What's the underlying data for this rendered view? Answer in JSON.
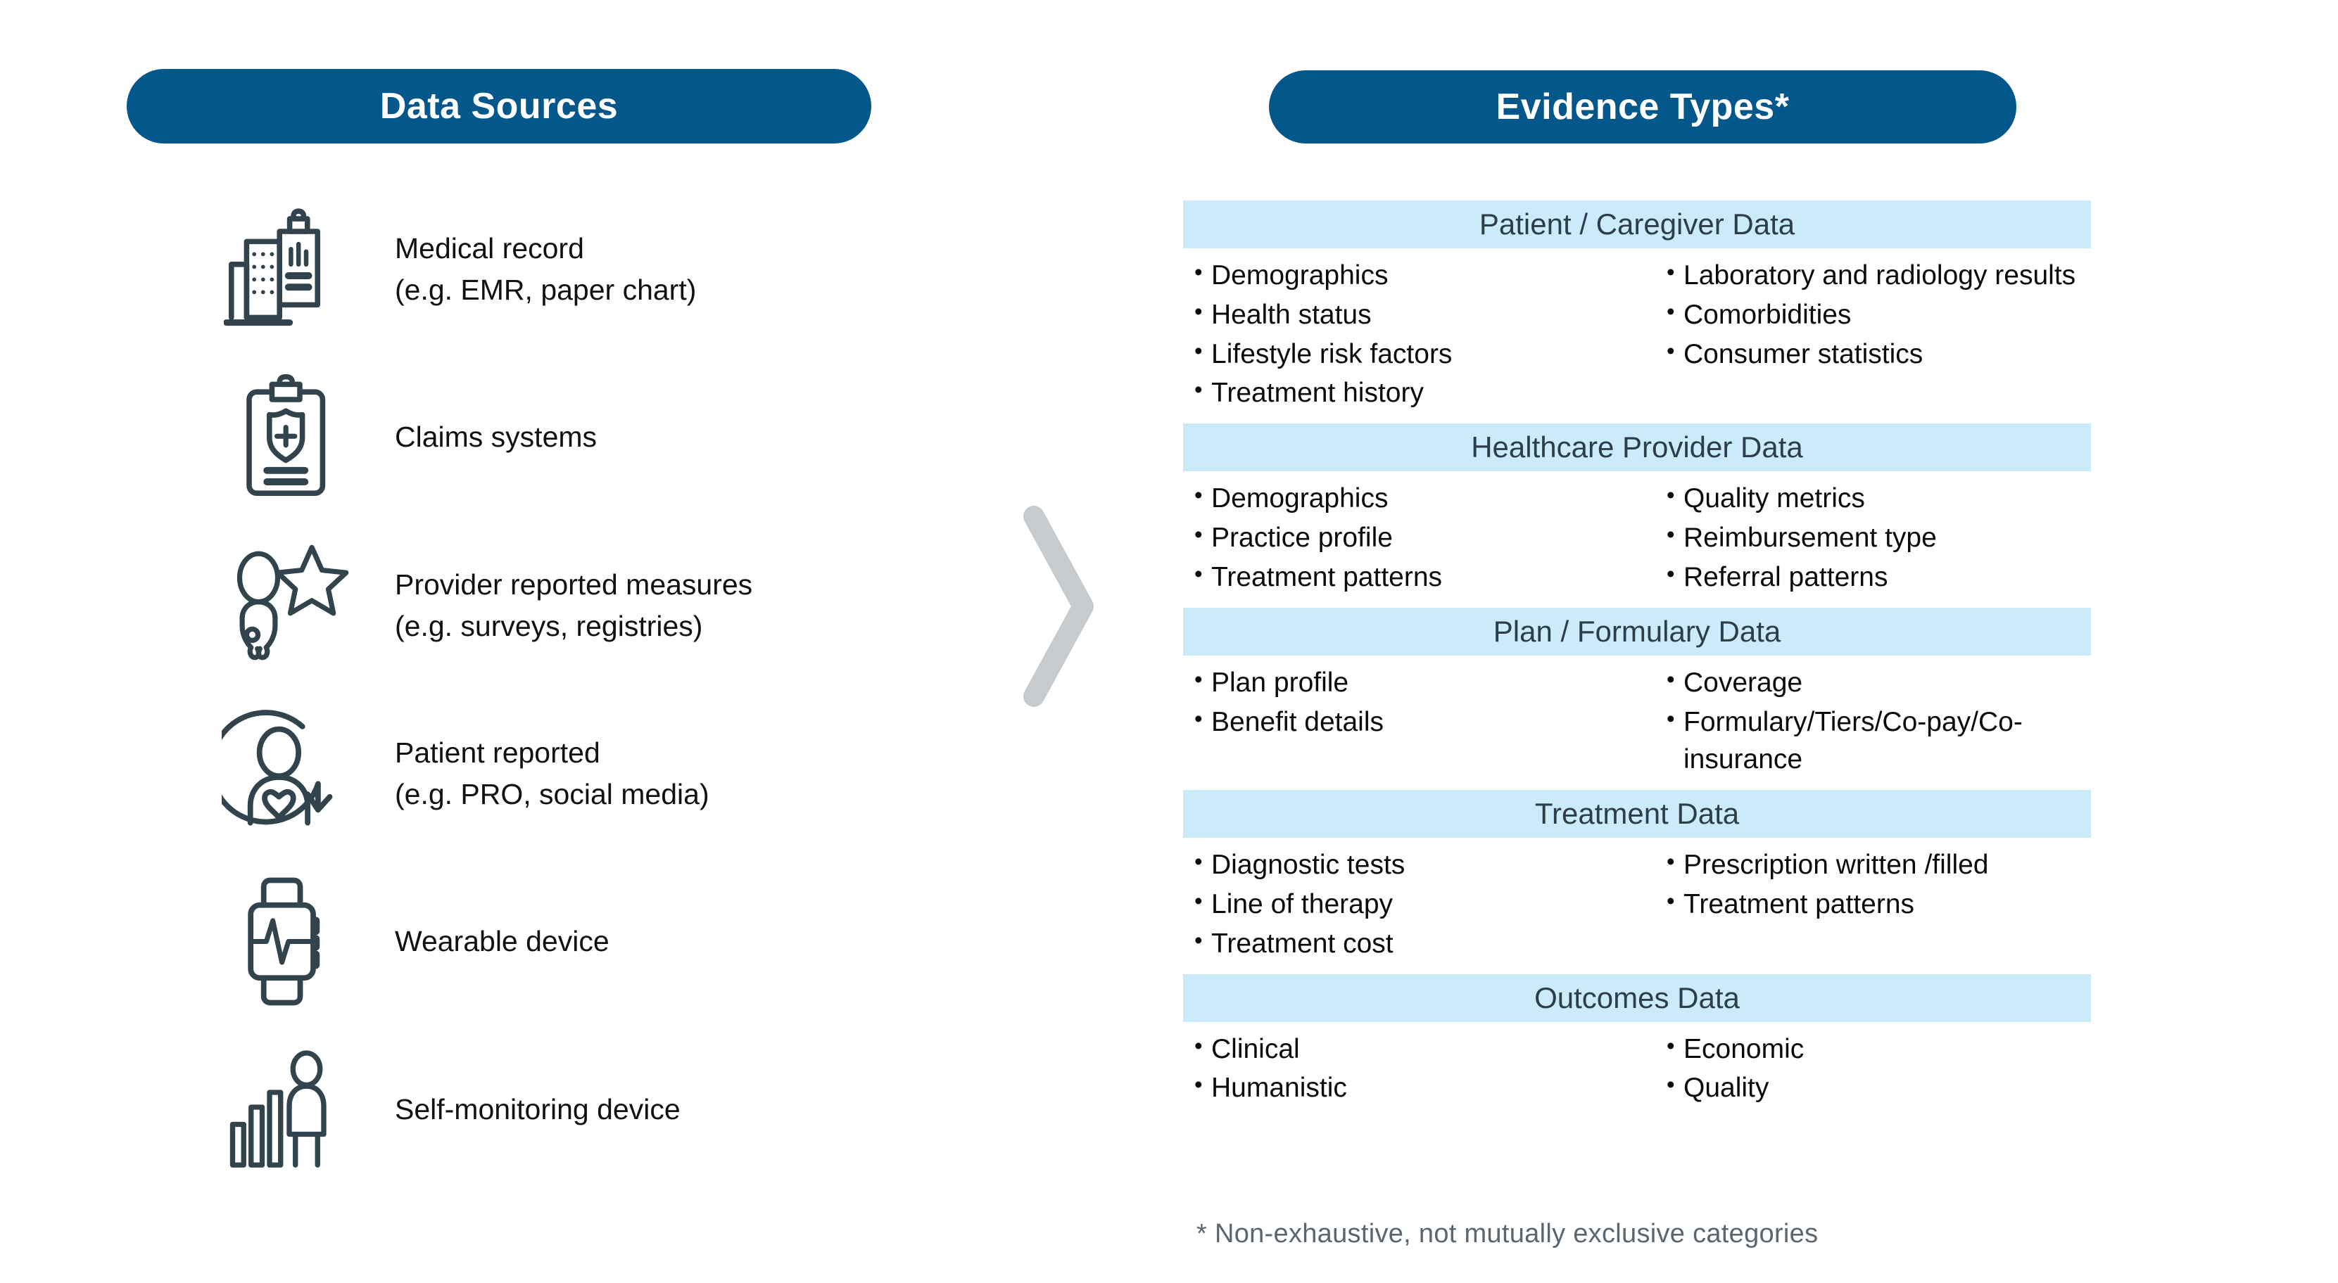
{
  "headers": {
    "left": "Data Sources",
    "right": "Evidence Types*"
  },
  "colors": {
    "pill_blue": "#03578a",
    "section_bar_blue": "#cbeafa",
    "section_title_text": "#2c3e48",
    "icon_stroke": "#31434d",
    "chevron_gray": "#c7cbcd",
    "footnote_gray": "#5a6670"
  },
  "data_sources": [
    {
      "icon": "hospital-medical-record-icon",
      "label": "Medical record\n(e.g. EMR, paper chart)"
    },
    {
      "icon": "clipboard-shield-claims-icon",
      "label": "Claims systems"
    },
    {
      "icon": "doctor-star-rating-icon",
      "label": "Provider reported measures\n(e.g. surveys, registries)"
    },
    {
      "icon": "patient-heart-feedback-icon",
      "label": "Patient reported\n(e.g. PRO, social media)"
    },
    {
      "icon": "smartwatch-heartbeat-icon",
      "label": "Wearable device"
    },
    {
      "icon": "person-bar-chart-icon",
      "label": "Self-monitoring device"
    }
  ],
  "evidence_sections": [
    {
      "title": "Patient / Caregiver Data",
      "left_bullets": [
        "Demographics",
        "Health status",
        "Lifestyle risk factors",
        "Treatment history"
      ],
      "right_bullets": [
        "Laboratory and radiology results",
        "Comorbidities",
        "Consumer statistics"
      ]
    },
    {
      "title": "Healthcare Provider Data",
      "left_bullets": [
        "Demographics",
        "Practice profile",
        "Treatment patterns"
      ],
      "right_bullets": [
        "Quality metrics",
        "Reimbursement type",
        "Referral patterns"
      ]
    },
    {
      "title": "Plan / Formulary Data",
      "left_bullets": [
        "Plan profile",
        "Benefit details"
      ],
      "right_bullets": [
        "Coverage",
        "Formulary/Tiers/Co-pay/Co-insurance"
      ]
    },
    {
      "title": "Treatment Data",
      "left_bullets": [
        "Diagnostic tests",
        "Line of therapy",
        "Treatment cost"
      ],
      "right_bullets": [
        "Prescription written /filled",
        "Treatment patterns"
      ]
    },
    {
      "title": "Outcomes Data",
      "left_bullets": [
        "Clinical",
        "Humanistic"
      ],
      "right_bullets": [
        "Economic",
        "Quality"
      ]
    }
  ],
  "footnote": "* Non-exhaustive, not mutually exclusive categories"
}
